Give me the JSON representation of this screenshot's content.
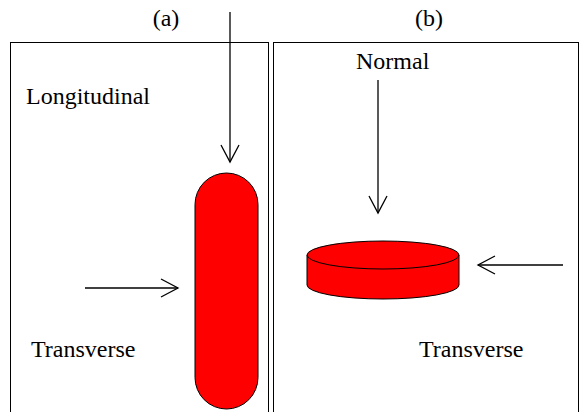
{
  "diagram": {
    "nodes": [
      {
        "text": [
          "(a)",
          "Longitudinal",
          "Transverse"
        ]
      },
      {
        "text": [
          "(b)",
          "Normal",
          "Transverse"
        ]
      }
    ]
  }
}
